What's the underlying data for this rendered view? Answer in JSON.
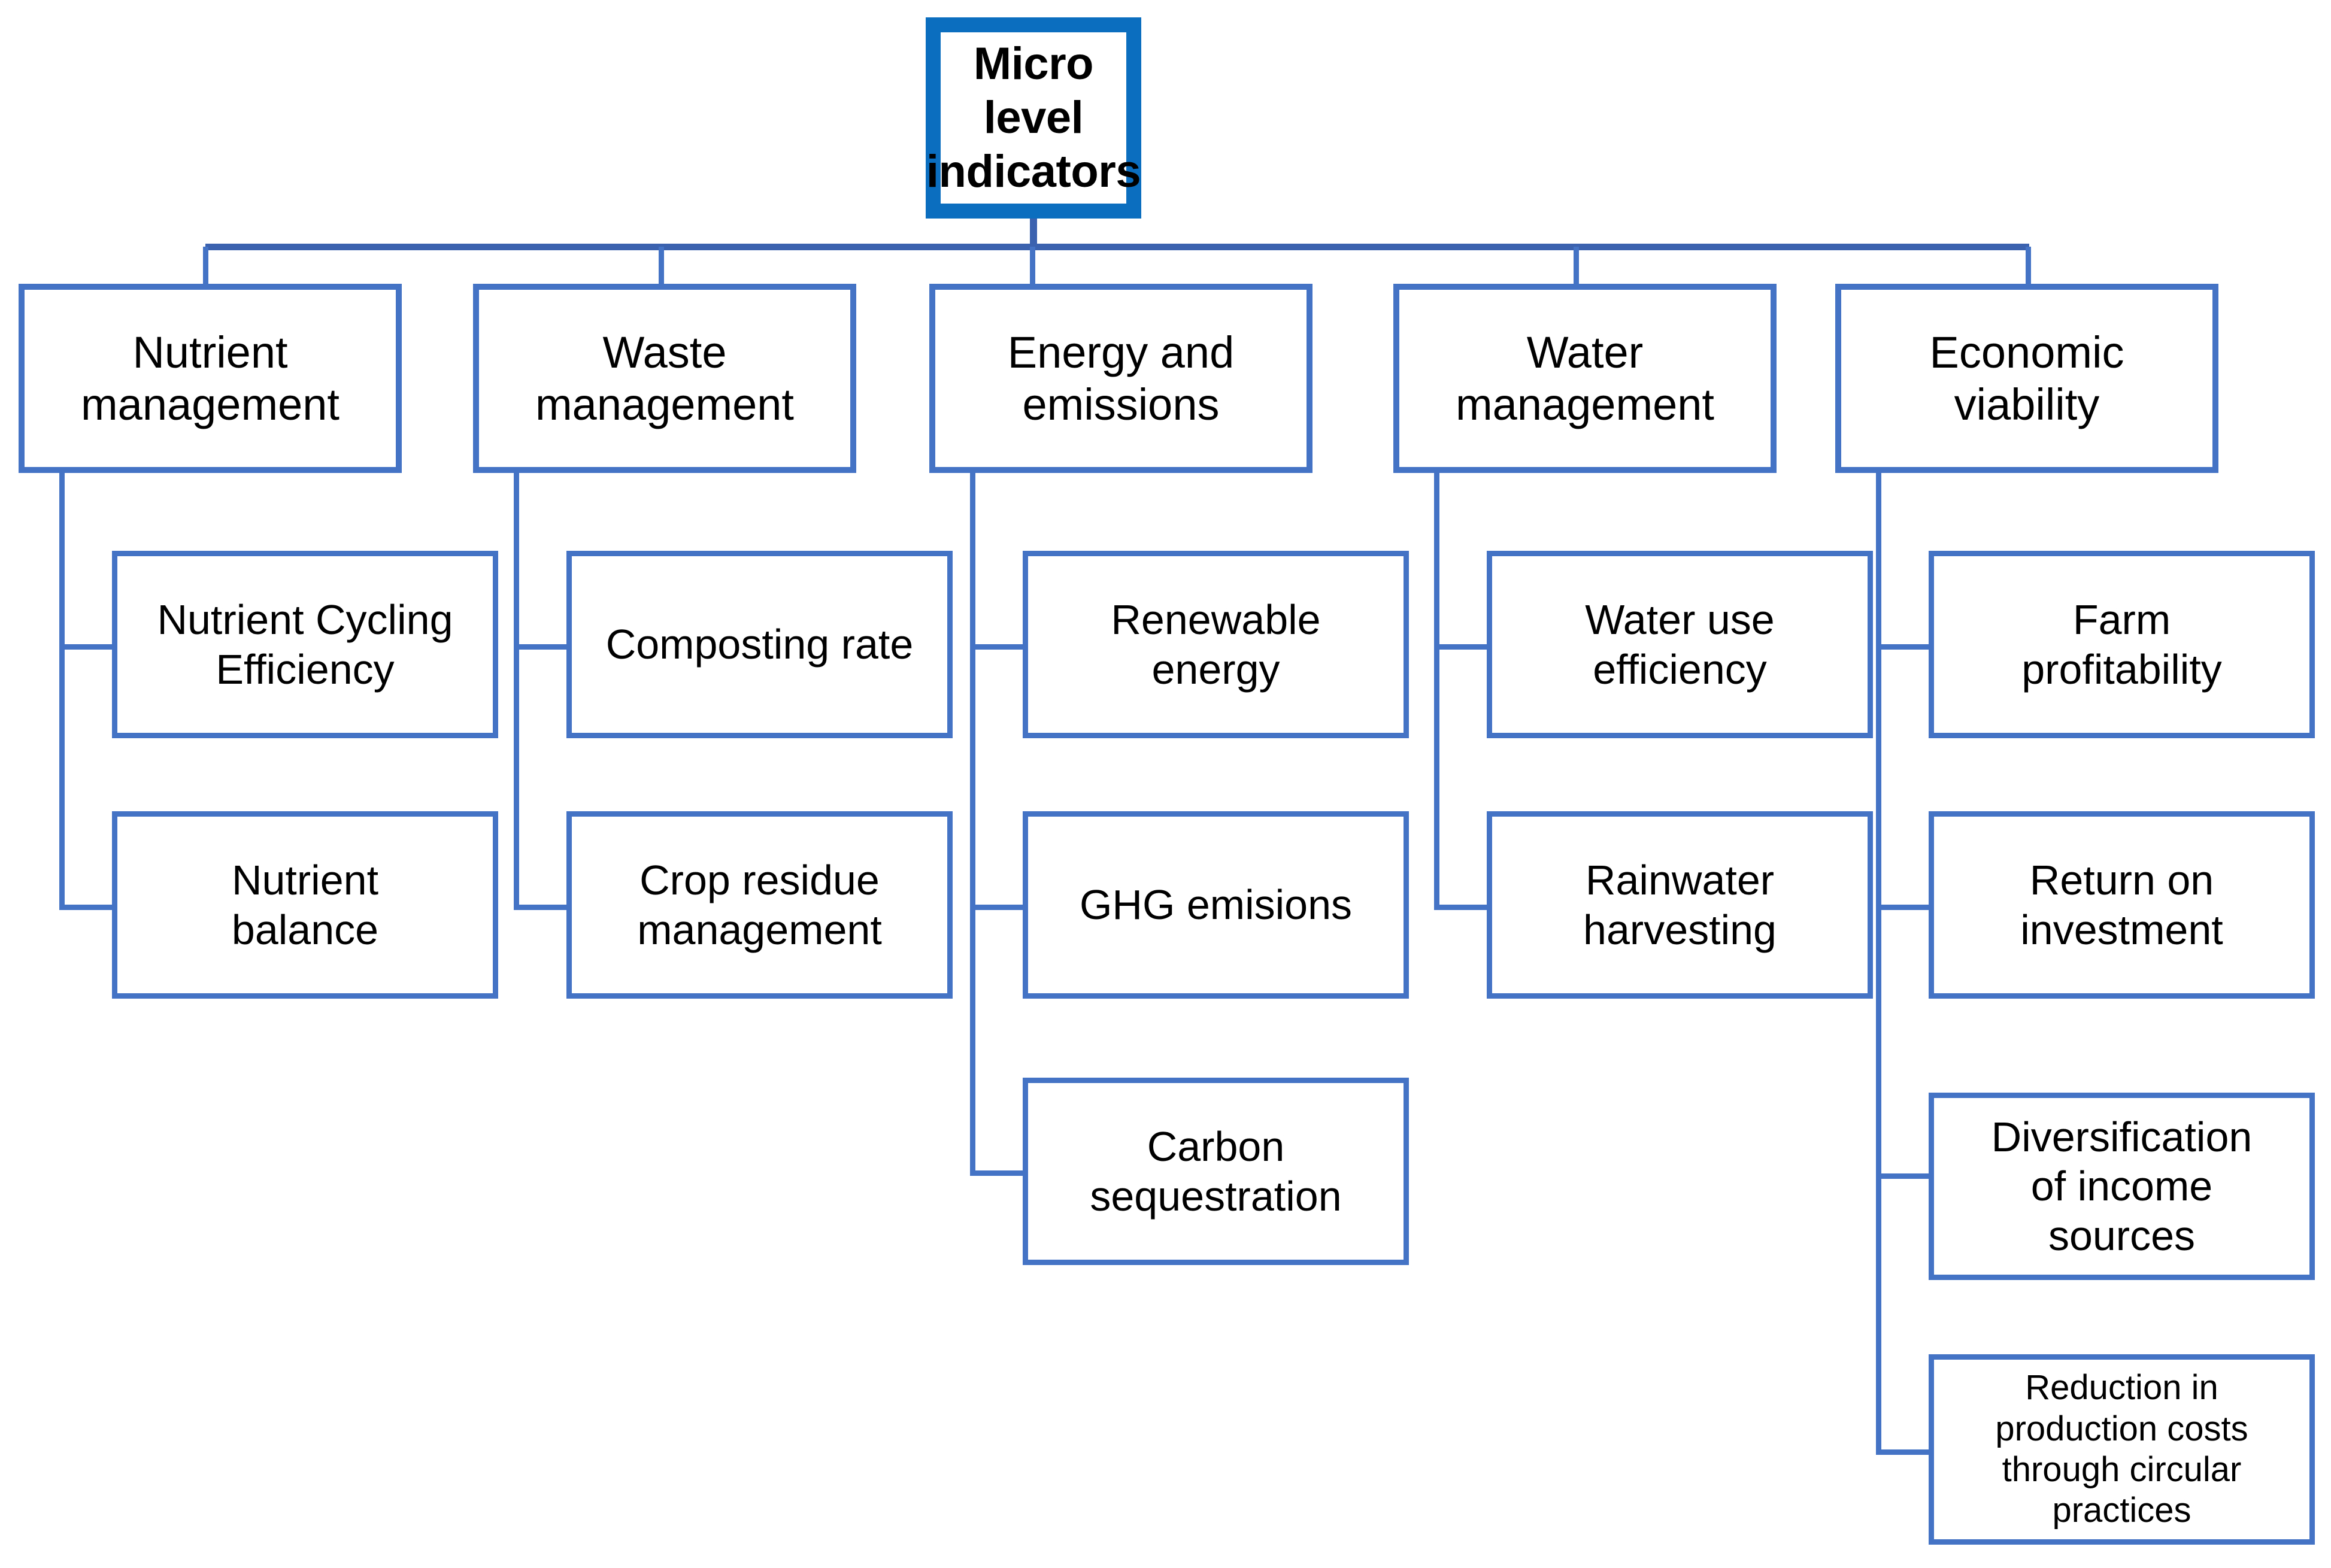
{
  "diagram": {
    "title": "Micro level indicators",
    "type": "hierarchical-tree",
    "colors": {
      "root_border": "#0C6EBE",
      "node_border": "#4472C4",
      "connector": "#4472C4",
      "background": "#FFFFFF",
      "text": "#000000"
    },
    "root": {
      "label": "Micro level indicators",
      "label_line1": "Micro level",
      "label_line2": "indicators"
    },
    "branches": [
      {
        "id": "nutrient-management",
        "label": "Nutrient\nmanagement",
        "children": [
          {
            "id": "nutrient-cycling-efficiency",
            "label": "Nutrient Cycling\nEfficiency"
          },
          {
            "id": "nutrient-balance",
            "label": "Nutrient\nbalance"
          }
        ]
      },
      {
        "id": "waste-management",
        "label": "Waste\nmanagement",
        "children": [
          {
            "id": "composting-rate",
            "label": "Composting rate"
          },
          {
            "id": "crop-residue-management",
            "label": "Crop residue\nmanagement"
          }
        ]
      },
      {
        "id": "energy-and-emissions",
        "label": "Energy and\nemissions",
        "children": [
          {
            "id": "renewable-energy",
            "label": "Renewable\nenergy"
          },
          {
            "id": "ghg-emisions",
            "label": "GHG emisions"
          },
          {
            "id": "carbon-sequestration",
            "label": "Carbon\nsequestration"
          }
        ]
      },
      {
        "id": "water-management",
        "label": "Water\nmanagement",
        "children": [
          {
            "id": "water-use-efficiency",
            "label": "Water use\nefficiency"
          },
          {
            "id": "rainwater-harvesting",
            "label": "Rainwater\nharvesting"
          }
        ]
      },
      {
        "id": "economic-viability",
        "label": "Economic\nviability",
        "children": [
          {
            "id": "farm-profitability",
            "label": "Farm\nprofitability"
          },
          {
            "id": "return-on-investment",
            "label": "Return on\ninvestment"
          },
          {
            "id": "diversification-of-income-sources",
            "label": "Diversification\nof income\nsources"
          },
          {
            "id": "reduction-in-production-costs",
            "label": "Reduction in\nproduction costs\nthrough circular\npractices"
          }
        ]
      }
    ]
  }
}
